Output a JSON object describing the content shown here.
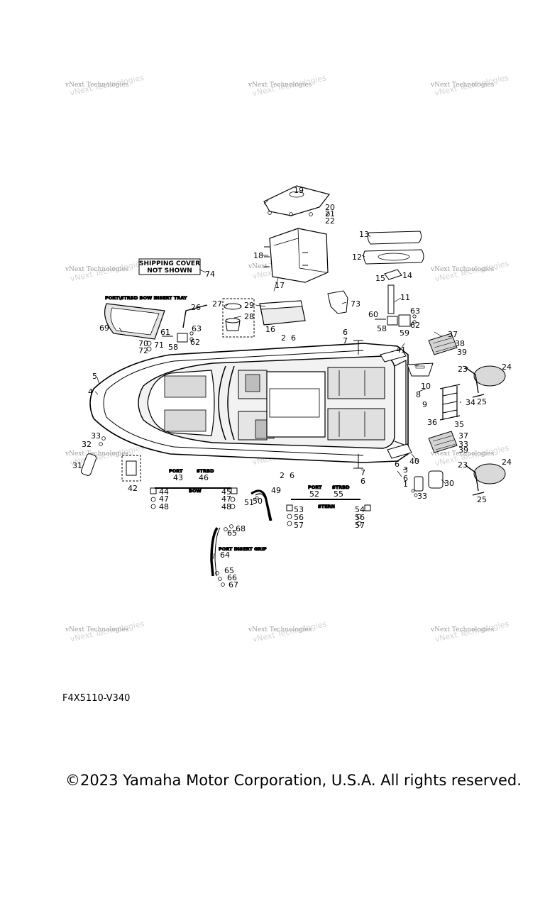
{
  "watermark": {
    "text": "vNext Technologies",
    "ghost_text": "vNext Technologies"
  },
  "labels": {
    "shipping_cover_line1": "SHIPPING COVER",
    "shipping_cover_line2": "NOT SHOWN",
    "bow_insert_tray": "PORT\\STRBD BOW INSERT TRAY",
    "port_insert_grip": "PORT INSERT GRIP",
    "port_a": "PORT",
    "strbd_a": "STRBD",
    "bow": "BOW",
    "port_b": "PORT",
    "strbd_b": "STRBD",
    "stern": "STERN"
  },
  "part_numbers": {
    "n1": "1",
    "n2a": "2",
    "n2b": "2",
    "n3": "3",
    "n4": "4",
    "n5": "5",
    "n6a": "6",
    "n6b": "6",
    "n6c": "6",
    "n6d": "6",
    "n6e": "6",
    "n6f": "6",
    "n6g": "6",
    "n7a": "7",
    "n7b": "7",
    "n8": "8",
    "n9": "9",
    "n10": "10",
    "n11": "11",
    "n12": "12",
    "n13": "13",
    "n14": "14",
    "n15": "15",
    "n16": "16",
    "n17": "17",
    "n18": "18",
    "n19": "19",
    "n20": "20",
    "n21": "21",
    "n22": "22",
    "n23a": "23",
    "n23b": "23",
    "n24a": "24",
    "n24b": "24",
    "n25a": "25",
    "n25b": "25",
    "n26": "26",
    "n27": "27",
    "n28": "28",
    "n29": "29",
    "n30": "30",
    "n31": "31",
    "n32": "32",
    "n33a": "33",
    "n33b": "33",
    "n33c": "33",
    "n34": "34",
    "n35": "35",
    "n36": "36",
    "n37a": "37",
    "n37b": "37",
    "n38": "38",
    "n39a": "39",
    "n39b": "39",
    "n40": "40",
    "n41": "41",
    "n42": "42",
    "n43": "43",
    "n44": "44",
    "n45": "45",
    "n46": "46",
    "n47a": "47",
    "n47b": "47",
    "n48a": "48",
    "n48b": "48",
    "n49": "49",
    "n50": "50",
    "n51": "51",
    "n52": "52",
    "n53": "53",
    "n54": "54",
    "n55": "55",
    "n56a": "56",
    "n56b": "56",
    "n57a": "57",
    "n57b": "57",
    "n58a": "58",
    "n58b": "58",
    "n59": "59",
    "n60": "60",
    "n61": "61",
    "n62a": "62",
    "n62b": "62",
    "n63a": "63",
    "n63b": "63",
    "n64": "64",
    "n65a": "65",
    "n65b": "65",
    "n66": "66",
    "n67": "67",
    "n68": "68",
    "n69": "69",
    "n70": "70",
    "n71": "71",
    "n72": "72",
    "n73": "73",
    "n74": "74"
  },
  "diagram_code": "F4X5110-V340",
  "copyright": "©2023 Yamaha Motor Corporation, U.S.A. All rights reserved."
}
